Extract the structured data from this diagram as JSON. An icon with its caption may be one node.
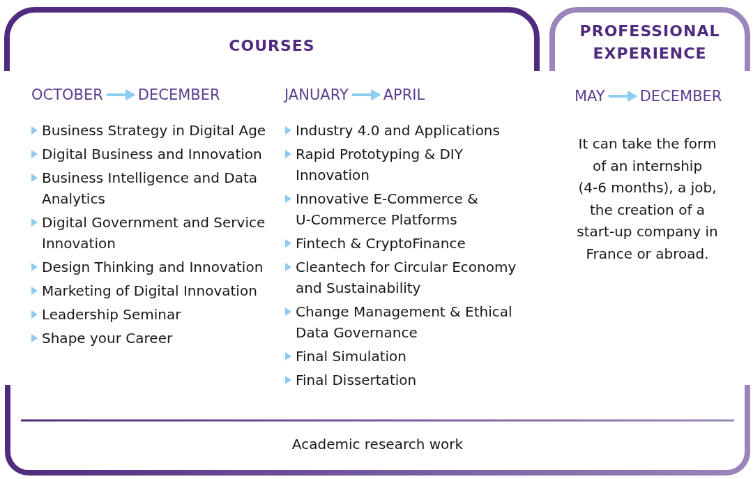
{
  "diagram": {
    "nodes": [
      {
        "text": [
          "COURSES"
        ]
      },
      {
        "text": [
          "PROFESSIONAL EXPERIENCE"
        ]
      },
      {
        "text": [
          "OCTOBER"
        ]
      },
      {
        "text": [
          "DECEMBER"
        ]
      },
      {
        "text": [
          "JANUARY"
        ]
      },
      {
        "text": [
          "APRIL"
        ]
      },
      {
        "text": [
          "MAY"
        ]
      },
      {
        "text": [
          "DECEMBER"
        ]
      },
      {
        "text": [
          "Academic research work"
        ]
      }
    ],
    "edges": [
      {
        "from": 2,
        "to": 3,
        "arrow": "to"
      },
      {
        "from": 4,
        "to": 5,
        "arrow": "to"
      },
      {
        "from": 6,
        "to": 7,
        "arrow": "to"
      }
    ],
    "labels": [
      "Business Strategy in Digital Age",
      "Digital Business and Innovation",
      "Business Intelligence and Data Analytics",
      "Digital Government and Service Innovation",
      "Design Thinking and Innovation",
      "Marketing of Digital Innovation",
      "Leadership Seminar",
      "Shape your Career",
      "Industry 4.0 and Applications",
      "Rapid Prototyping & DIY Innovation",
      "Innovative E-Commerce & U-Commerce Platforms",
      "Fintech & CryptoFinance",
      "Cleantech for Circular Economy and Sustainability",
      "Change Management & Ethical Data Governance",
      "Final Simulation",
      "Final Dissertation",
      "It can take the form of an internship (4-6 months), a job, the creation of a start-up company in France or abroad."
    ]
  }
}
